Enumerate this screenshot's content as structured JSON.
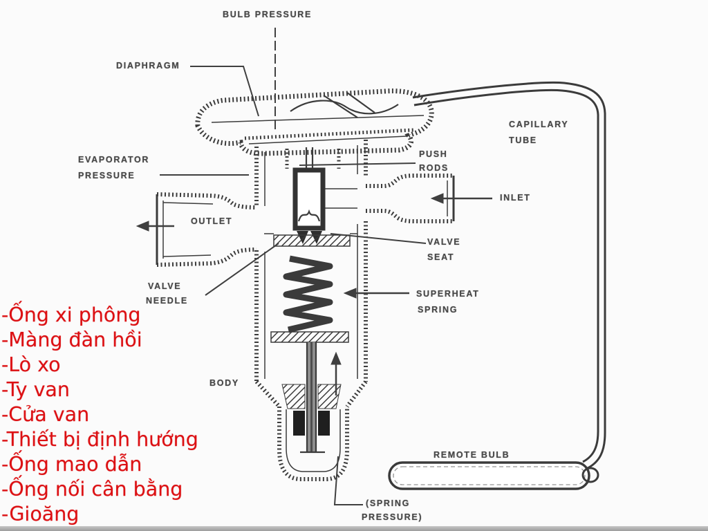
{
  "page": {
    "background": "#fbfbfb",
    "bottom_bar_color": "#a8a8a8"
  },
  "diagram": {
    "ink_color": "#3b3b3b",
    "label_color": "#474747",
    "labels": {
      "bulb_pressure": "BULB PRESSURE",
      "diaphragm": "DIAPHRAGM",
      "capillary_line1": "CAPILLARY",
      "capillary_line2": "TUBE",
      "evaporator_line1": "EVAPORATOR",
      "evaporator_line2": "PRESSURE",
      "push_rods_line1": "PUSH",
      "push_rods_line2": "RODS",
      "inlet": "INLET",
      "outlet": "OUTLET",
      "valve_seat_line1": "VALVE",
      "valve_seat_line2": "SEAT",
      "valve_needle_line1": "VALVE",
      "valve_needle_line2": "NEEDLE",
      "superheat_line1": "SUPERHEAT",
      "superheat_line2": "SPRING",
      "body": "BODY",
      "remote_bulb": "REMOTE BULB",
      "spring_pressure_line1": "(SPRING",
      "spring_pressure_line2": "PRESSURE)"
    }
  },
  "legend": {
    "text_color": "#dc1013",
    "items": [
      "-Ống xi phông",
      "-Màng đàn hồi",
      "-Lò xo",
      "-Ty van",
      "-Cửa van",
      "-Thiết bị định hướng",
      "-Ống mao dẫn",
      "-Ống nối cân bằng",
      "-Gioăng"
    ]
  }
}
